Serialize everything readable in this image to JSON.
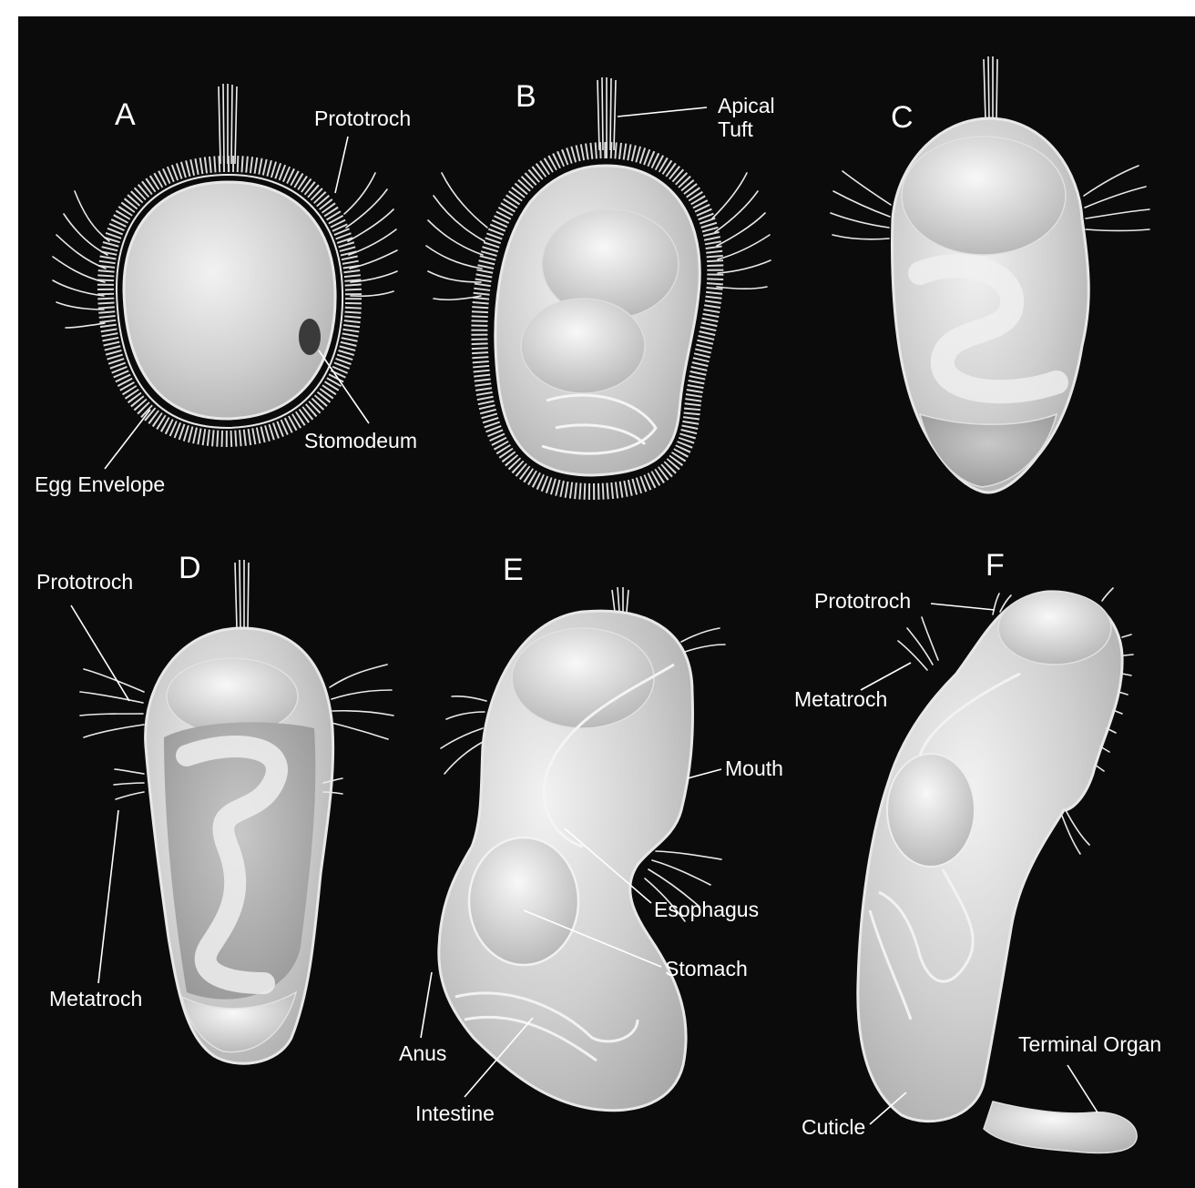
{
  "panels": {
    "A": {
      "letter": "A",
      "labels": {
        "prototroch": "Prototroch",
        "stomodeum": "Stomodeum",
        "egg_envelope": "Egg Envelope"
      }
    },
    "B": {
      "letter": "B",
      "labels": {
        "apical_tuft_line1": "Apical",
        "apical_tuft_line2": "Tuft"
      }
    },
    "C": {
      "letter": "C"
    },
    "D": {
      "letter": "D",
      "labels": {
        "prototroch": "Prototroch",
        "metatroch": "Metatroch"
      }
    },
    "E": {
      "letter": "E",
      "labels": {
        "mouth": "Mouth",
        "esophagus": "Esophagus",
        "stomach": "Stomach",
        "anus": "Anus",
        "intestine": "Intestine"
      }
    },
    "F": {
      "letter": "F",
      "labels": {
        "prototroch": "Prototroch",
        "metatroch": "Metatroch",
        "terminal_organ": "Terminal Organ",
        "cuticle": "Cuticle"
      }
    }
  },
  "colors": {
    "background": "#0b0b0b",
    "figure": "#d6d6d6",
    "text": "#ffffff"
  }
}
